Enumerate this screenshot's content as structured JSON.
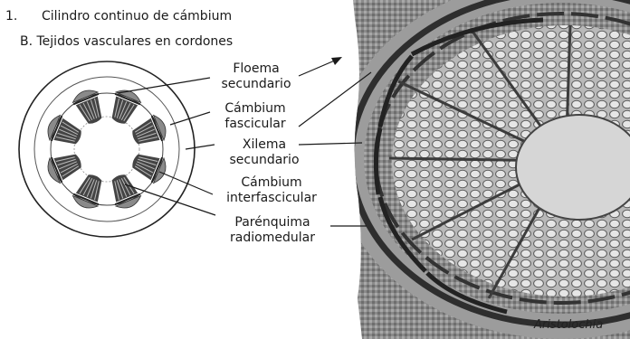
{
  "heading": {
    "line1_number": "1.",
    "line1_text": "Cilindro continuo de cámbium",
    "line2_text": "B. Tejidos vasculares en cordones"
  },
  "labels": {
    "floema_1": "Floema",
    "floema_2": "secundario",
    "cambium_f_1": "Cámbium",
    "cambium_f_2": "fascicular",
    "xilema_1": "Xilema",
    "xilema_2": "secundario",
    "cambium_i_1": "Cámbium",
    "cambium_i_2": "interfascicular",
    "parenquima_1": "Parénquima",
    "parenquima_2": "radiomedular"
  },
  "photo": {
    "caption": "Aristolochia"
  },
  "colors": {
    "ink": "#1a1a1a",
    "photo_base": "#9a9a9a",
    "photo_dark": "#3a3a3a"
  },
  "vascular_bundle_count": 8
}
